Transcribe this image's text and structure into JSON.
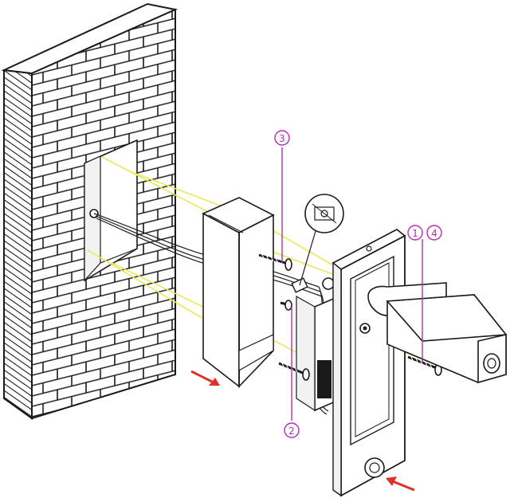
{
  "colors": {
    "ink": "#1a1a1a",
    "guide": "#e8e860",
    "callout": "#b030b0",
    "arrow": "#e0302a",
    "wall_face": "#ffffff"
  },
  "callouts": {
    "c1": "1",
    "c2": "2",
    "c3": "3",
    "c4": "4"
  },
  "icons": {
    "detail": "screw-detail-icon",
    "arrow": "red-arrow-icon"
  }
}
